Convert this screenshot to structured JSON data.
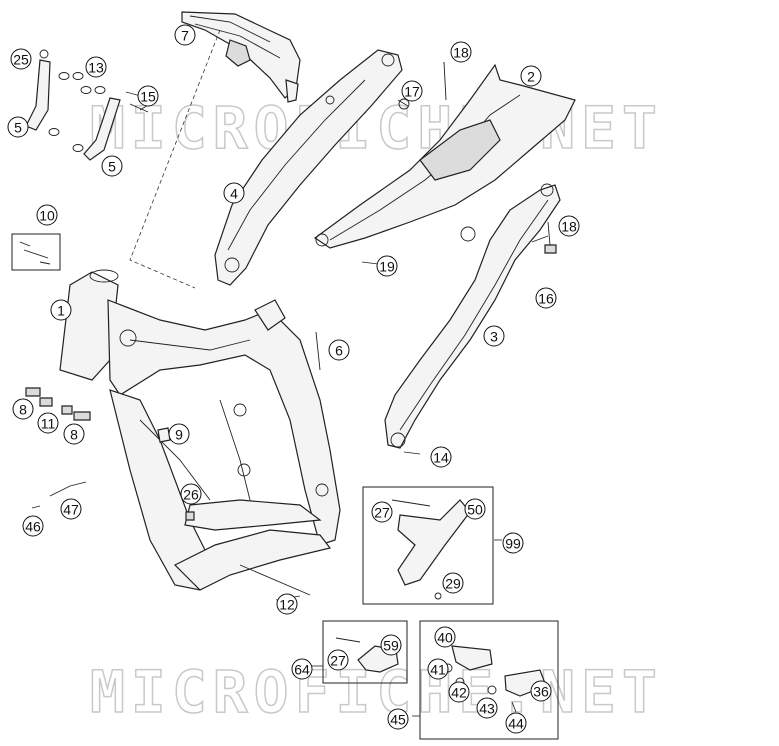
{
  "watermark": "MICROFICHE.NET",
  "callouts": [
    {
      "id": "c7",
      "label": "7"
    },
    {
      "id": "c25",
      "label": "25"
    },
    {
      "id": "c13",
      "label": "13"
    },
    {
      "id": "c15",
      "label": "15"
    },
    {
      "id": "c5a",
      "label": "5"
    },
    {
      "id": "c5b",
      "label": "5"
    },
    {
      "id": "c4",
      "label": "4"
    },
    {
      "id": "c18a",
      "label": "18"
    },
    {
      "id": "c2",
      "label": "2"
    },
    {
      "id": "c17",
      "label": "17"
    },
    {
      "id": "c18b",
      "label": "18"
    },
    {
      "id": "c19",
      "label": "19"
    },
    {
      "id": "c16",
      "label": "16"
    },
    {
      "id": "c10",
      "label": "10"
    },
    {
      "id": "c1",
      "label": "1"
    },
    {
      "id": "c3",
      "label": "3"
    },
    {
      "id": "c6",
      "label": "6"
    },
    {
      "id": "c8a",
      "label": "8"
    },
    {
      "id": "c11",
      "label": "11"
    },
    {
      "id": "c8b",
      "label": "8"
    },
    {
      "id": "c9",
      "label": "9"
    },
    {
      "id": "c14",
      "label": "14"
    },
    {
      "id": "c26",
      "label": "26"
    },
    {
      "id": "c47",
      "label": "47"
    },
    {
      "id": "c46",
      "label": "46"
    },
    {
      "id": "c27a",
      "label": "27"
    },
    {
      "id": "c50",
      "label": "50"
    },
    {
      "id": "c99",
      "label": "99"
    },
    {
      "id": "c29",
      "label": "29"
    },
    {
      "id": "c12",
      "label": "12"
    },
    {
      "id": "c59",
      "label": "59"
    },
    {
      "id": "c27b",
      "label": "27"
    },
    {
      "id": "c64",
      "label": "64"
    },
    {
      "id": "c40",
      "label": "40"
    },
    {
      "id": "c41",
      "label": "41"
    },
    {
      "id": "c42",
      "label": "42"
    },
    {
      "id": "c36",
      "label": "36"
    },
    {
      "id": "c43",
      "label": "43"
    },
    {
      "id": "c44",
      "label": "44"
    },
    {
      "id": "c45",
      "label": "45"
    }
  ]
}
